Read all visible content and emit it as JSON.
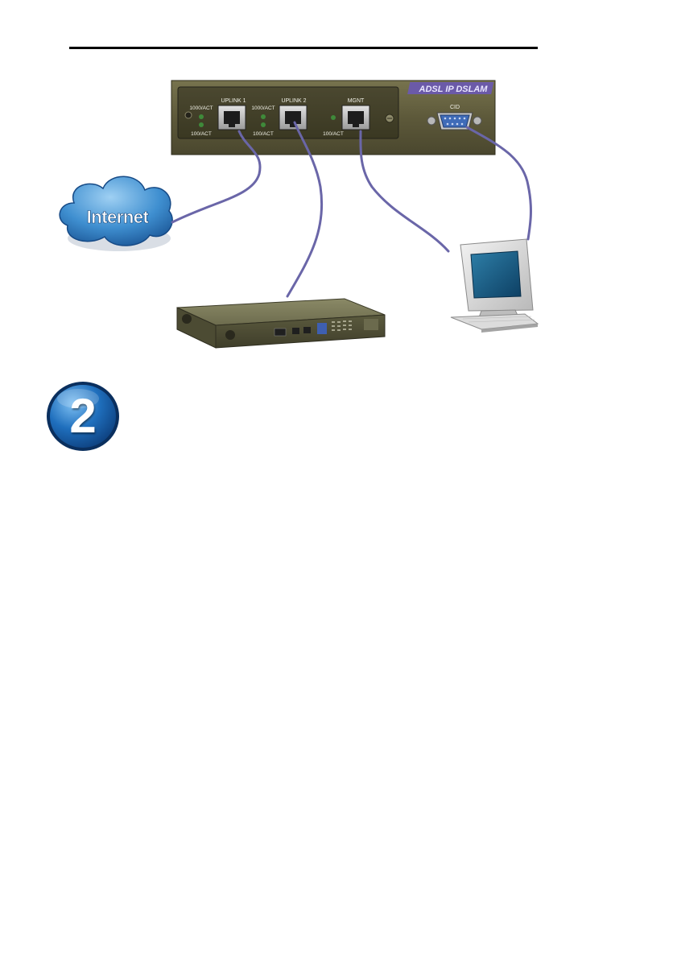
{
  "panel": {
    "brand": "ADSL IP DSLAM",
    "console_label": "CID",
    "ports": [
      {
        "name": "UPLINK  1",
        "led_top": "1000/ACT",
        "led_bottom": "100/ACT"
      },
      {
        "name": "UPLINK  2",
        "led_top": "1000/ACT",
        "led_bottom": "100/ACT"
      },
      {
        "name": "MGNT",
        "led_bottom": "100/ACT"
      }
    ]
  },
  "cloud": {
    "label": "Internet"
  },
  "step": {
    "number": "2"
  },
  "colors": {
    "cable": "#6a66a8",
    "panel": "#5e5a3a",
    "badge": "#1b63ad",
    "brand_strip": "#6b5aa8"
  }
}
